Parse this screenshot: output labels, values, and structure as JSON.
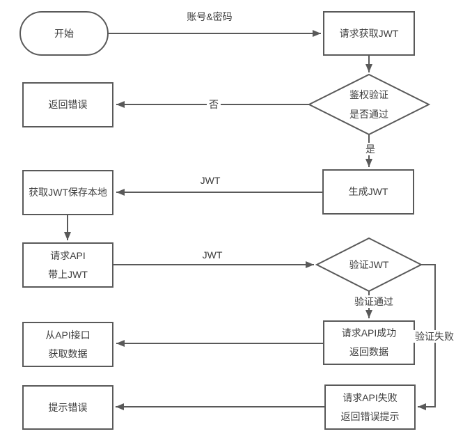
{
  "diagram": {
    "colors": {
      "line": "#595959",
      "text": "#3d3d3d",
      "node_fill": "#ffffff",
      "background": "#ffffff"
    },
    "nodes": {
      "start": {
        "label": "开始"
      },
      "request_jwt": {
        "label": "请求获取JWT"
      },
      "auth_check": {
        "label": "鉴权验证\n是否通过"
      },
      "return_error": {
        "label": "返回错误"
      },
      "generate_jwt": {
        "label": "生成JWT"
      },
      "save_jwt_local": {
        "label": "获取JWT保存本地"
      },
      "request_api_with_jwt": {
        "label": "请求API\n带上JWT"
      },
      "verify_jwt": {
        "label": "验证JWT"
      },
      "api_success": {
        "label": "请求API成功\n返回数据"
      },
      "fetch_data_from_api": {
        "label": "从API接口\n获取数据"
      },
      "api_fail": {
        "label": "请求API失败\n返回错误提示"
      },
      "show_error": {
        "label": "提示错误"
      }
    },
    "edge_labels": {
      "account_password": "账号&密码",
      "no": "否",
      "yes": "是",
      "jwt_to_local": "JWT",
      "jwt_to_verify": "JWT",
      "verify_pass": "验证通过",
      "verify_fail": "验证失败"
    }
  }
}
